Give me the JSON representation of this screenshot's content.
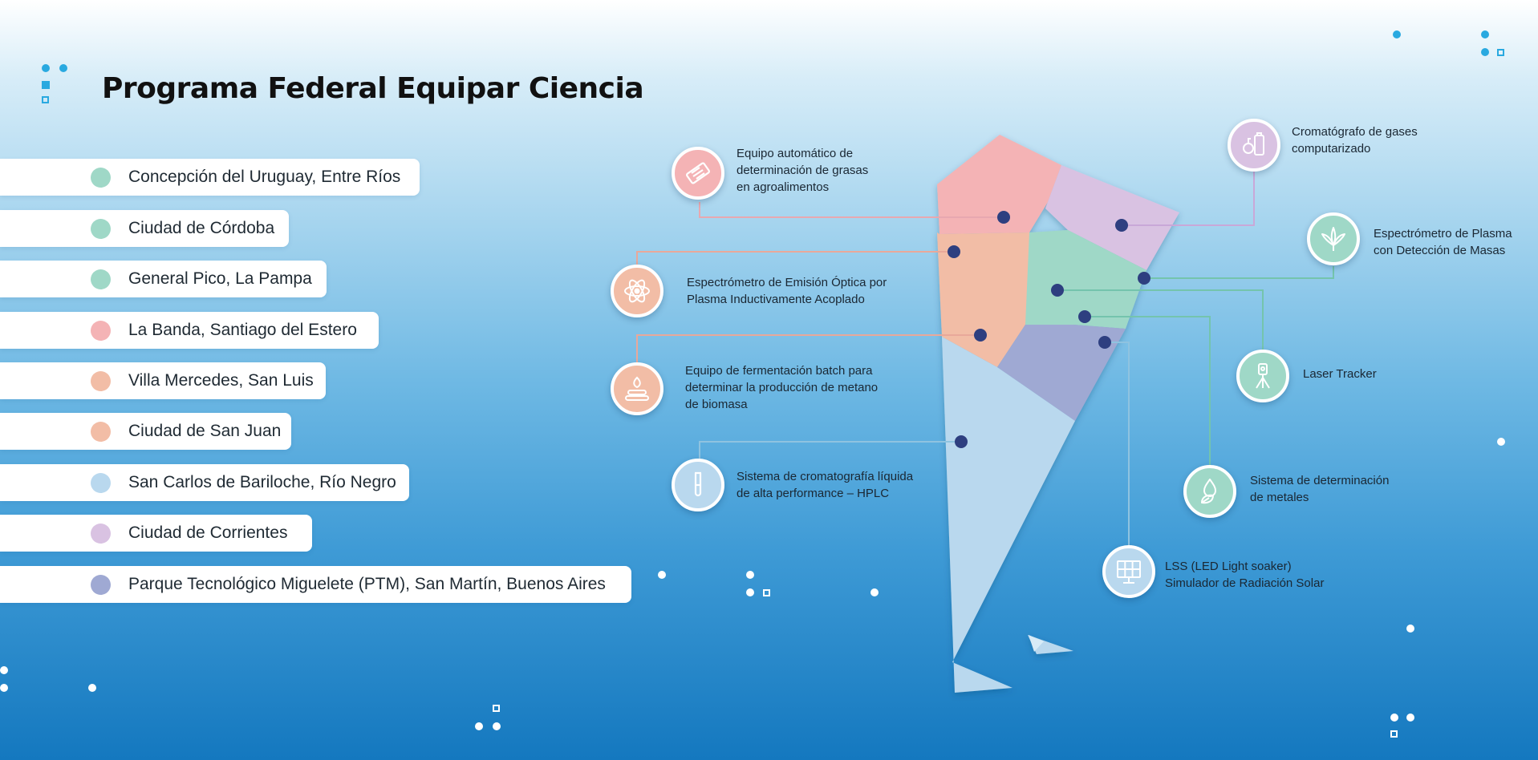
{
  "title": "Programa Federal Equipar Ciencia",
  "colors": {
    "pink": "#f4b3b5",
    "salmon": "#f2bda6",
    "mint": "#9fd8c7",
    "lavender": "#d9c2e2",
    "periwinkle": "#9fa9d3",
    "light_blue": "#b9d8ee",
    "marker": "#2e3f80"
  },
  "locations": [
    {
      "label": "Concepción del Uruguay, Entre Ríos",
      "color": "#9fd8c7"
    },
    {
      "label": "Ciudad de Córdoba",
      "color": "#9fd8c7"
    },
    {
      "label": "General Pico, La Pampa",
      "color": "#9fd8c7"
    },
    {
      "label": "La Banda, Santiago del Estero",
      "color": "#f4b3b5"
    },
    {
      "label": "Villa Mercedes, San Luis",
      "color": "#f2bda6"
    },
    {
      "label": "Ciudad de San Juan",
      "color": "#f2bda6"
    },
    {
      "label": "San Carlos de Bariloche, Río Negro",
      "color": "#b9d8ee"
    },
    {
      "label": "Ciudad de Corrientes",
      "color": "#d9c2e2"
    },
    {
      "label": "Parque Tecnológico Miguelete (PTM), San Martín, Buenos Aires",
      "color": "#9fa9d3"
    }
  ],
  "equipment": [
    {
      "icon": "food-bar-icon",
      "color": "#f4b3b5",
      "lines": [
        "Equipo automático de",
        "determinación de grasas",
        "en agroalimentos"
      ]
    },
    {
      "icon": "atom-icon",
      "color": "#f2bda6",
      "lines": [
        "Espectrómetro de Emisión Óptica por",
        "Plasma Inductivamente Acoplado"
      ]
    },
    {
      "icon": "biomass-flame-icon",
      "color": "#f2bda6",
      "lines": [
        "Equipo de fermentación batch para",
        "determinar la producción de metano",
        "de biomasa"
      ]
    },
    {
      "icon": "test-tube-icon",
      "color": "#b9d8ee",
      "lines": [
        "Sistema de cromatografía líquida",
        "de alta performance – HPLC"
      ]
    },
    {
      "icon": "gas-chromatograph-icon",
      "color": "#d9c2e2",
      "lines": [
        "Cromatógrafo de gases",
        "computarizado"
      ]
    },
    {
      "icon": "plant-leaf-icon",
      "color": "#9fd8c7",
      "lines": [
        "Espectrómetro de Plasma",
        "con Detección de Masas"
      ]
    },
    {
      "icon": "laser-tripod-icon",
      "color": "#9fd8c7",
      "lines": [
        "Laser Tracker"
      ]
    },
    {
      "icon": "water-drop-leaf-icon",
      "color": "#9fd8c7",
      "lines": [
        "Sistema de determinación",
        "de metales"
      ]
    },
    {
      "icon": "solar-panel-icon",
      "color": "#b9d8ee",
      "lines": [
        "LSS (LED Light soaker)",
        "Simulador de Radiación Solar"
      ]
    }
  ]
}
